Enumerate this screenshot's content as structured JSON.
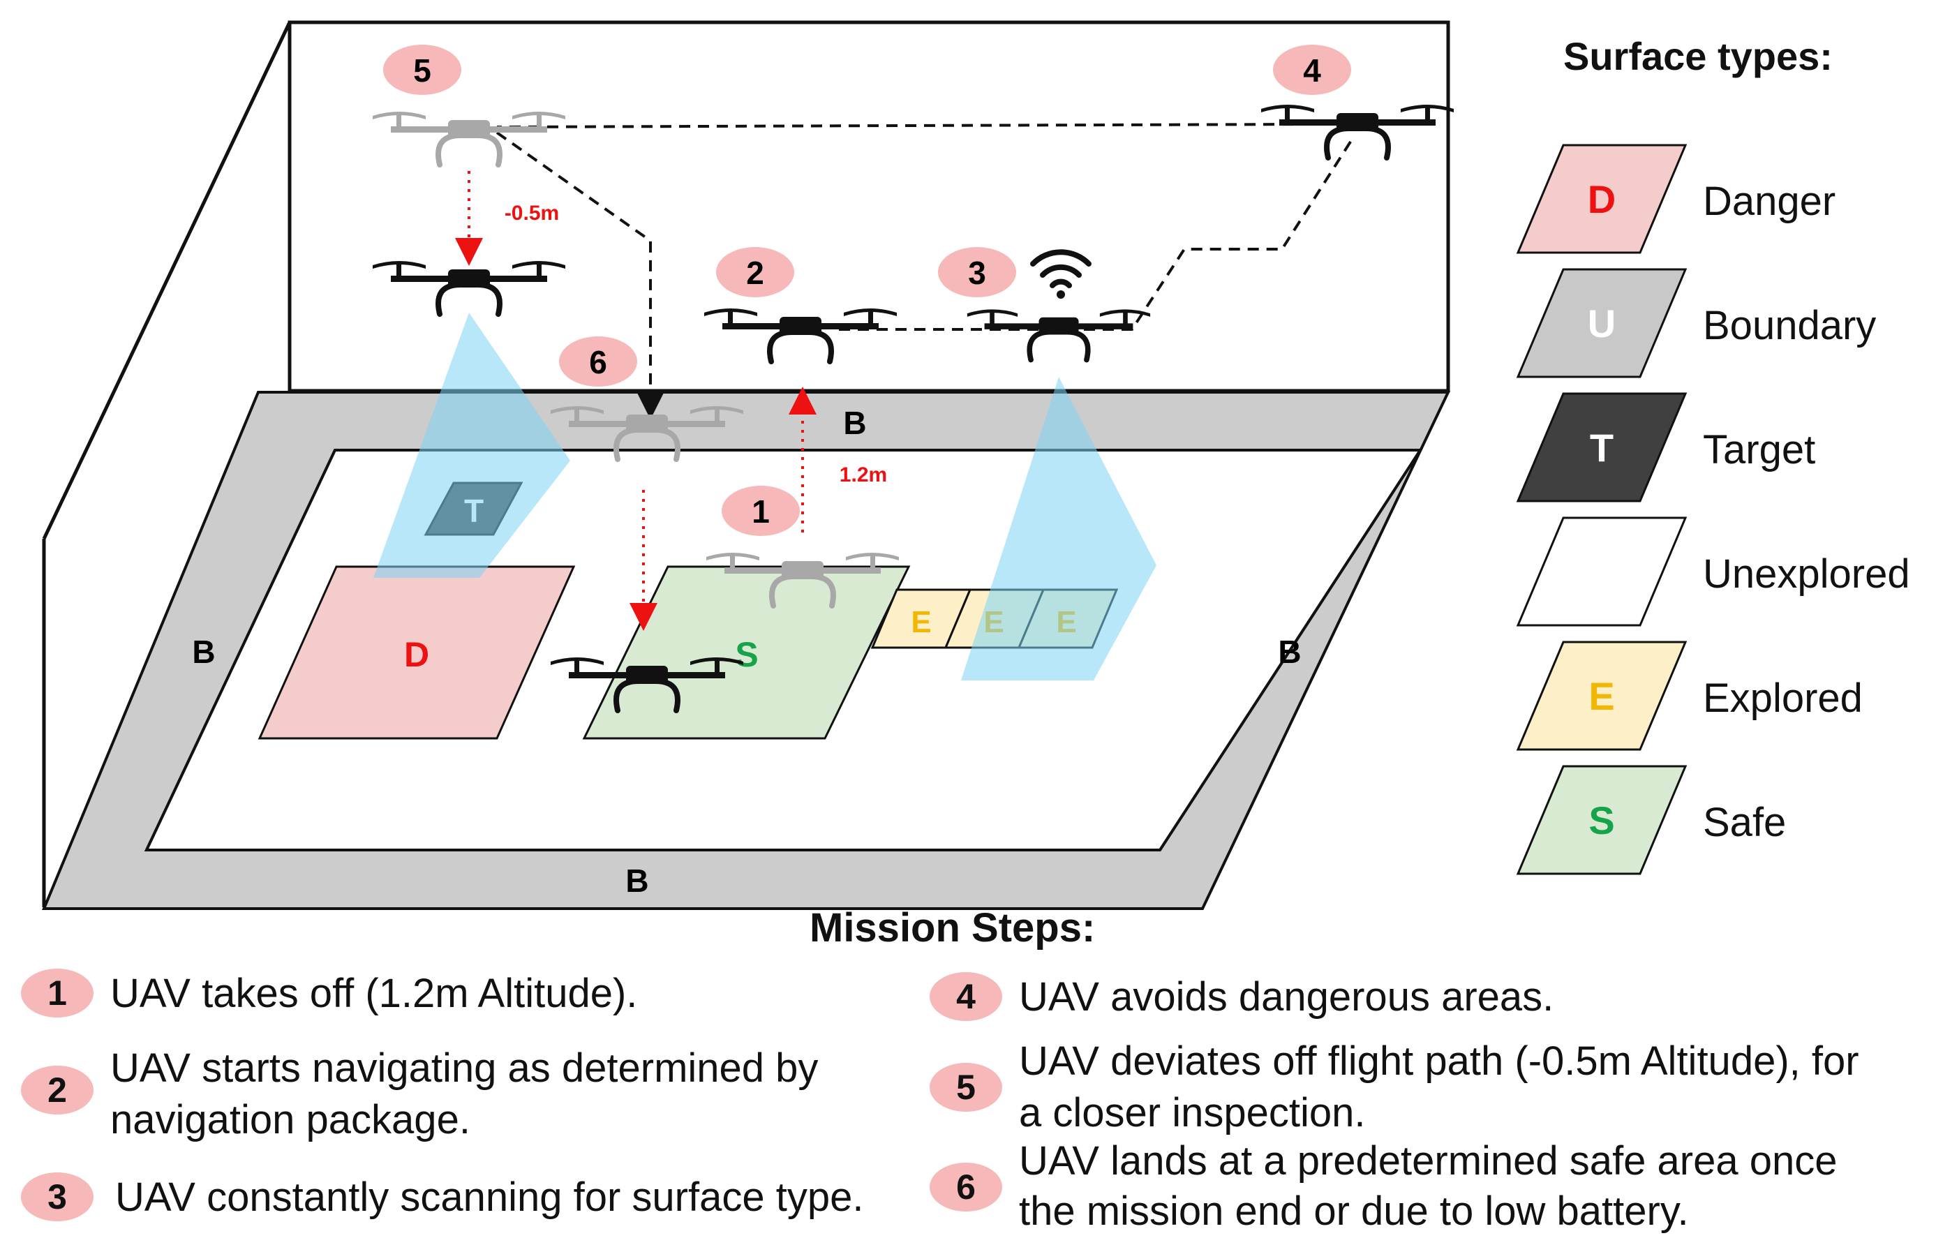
{
  "legend": {
    "title": "Surface types:",
    "items": [
      {
        "letter": "D",
        "label": "Danger",
        "fill": "#f4cccc",
        "letter_color": "#ee1111"
      },
      {
        "letter": "U",
        "label": "Boundary",
        "fill": "#c8c8c8",
        "letter_color": "#ffffff"
      },
      {
        "letter": "T",
        "label": "Target",
        "fill": "#404040",
        "letter_color": "#ffffff"
      },
      {
        "letter": "",
        "label": "Unexplored",
        "fill": "#ffffff",
        "letter_color": "#111111"
      },
      {
        "letter": "E",
        "label": "Explored",
        "fill": "#fdf0c8",
        "letter_color": "#f2b705"
      },
      {
        "letter": "S",
        "label": "Safe",
        "fill": "#d9ead3",
        "letter_color": "#16a34a"
      }
    ]
  },
  "scene": {
    "boundary_label": "B",
    "danger_label": "D",
    "target_label": "T",
    "safe_label": "S",
    "explored_label": "E",
    "takeoff_altitude": "1.2m",
    "descent_altitude": "-0.5m",
    "badges": [
      "1",
      "2",
      "3",
      "4",
      "5",
      "6"
    ]
  },
  "mission": {
    "title": "Mission Steps:",
    "steps": [
      {
        "num": "1",
        "lines": [
          "UAV takes off (1.2m Altitude)."
        ]
      },
      {
        "num": "2",
        "lines": [
          "UAV starts navigating as determined by",
          "navigation package."
        ]
      },
      {
        "num": "3",
        "lines": [
          "UAV constantly scanning for surface type."
        ]
      },
      {
        "num": "4",
        "lines": [
          "UAV avoids dangerous areas."
        ]
      },
      {
        "num": "5",
        "lines": [
          "UAV deviates off flight path (-0.5m Altitude), for",
          "a closer inspection."
        ]
      },
      {
        "num": "6",
        "lines": [
          "UAV lands at a predetermined safe area once",
          "the mission end or due to low battery."
        ]
      }
    ]
  },
  "colors": {
    "badge": "#f6b8b8",
    "scan_cone": "#7dd3f5",
    "altitude_arrow": "#ee1111",
    "ghost_drone": "#a8a8a8"
  }
}
